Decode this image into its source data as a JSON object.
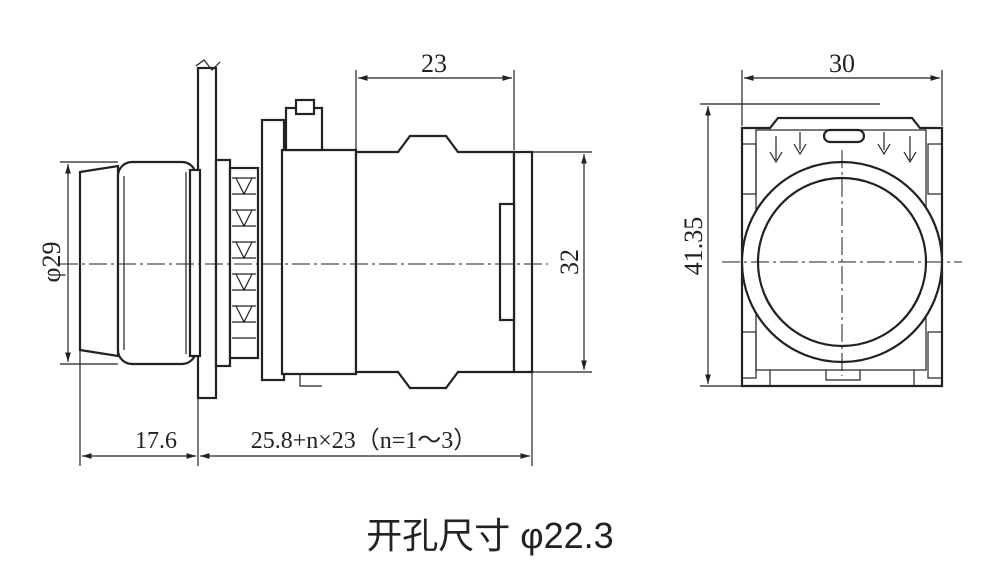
{
  "side_view": {
    "dim_diameter": "φ29",
    "dim_depth_front": "17.6",
    "dim_depth_back": "25.8+n×23（n=1～3）",
    "dim_block_width": "23",
    "dim_height": "32"
  },
  "front_view": {
    "dim_width": "30",
    "dim_height": "41.35"
  },
  "caption": "开孔尺寸 φ22.3",
  "colors": {
    "line": "#222222",
    "background": "#ffffff"
  }
}
